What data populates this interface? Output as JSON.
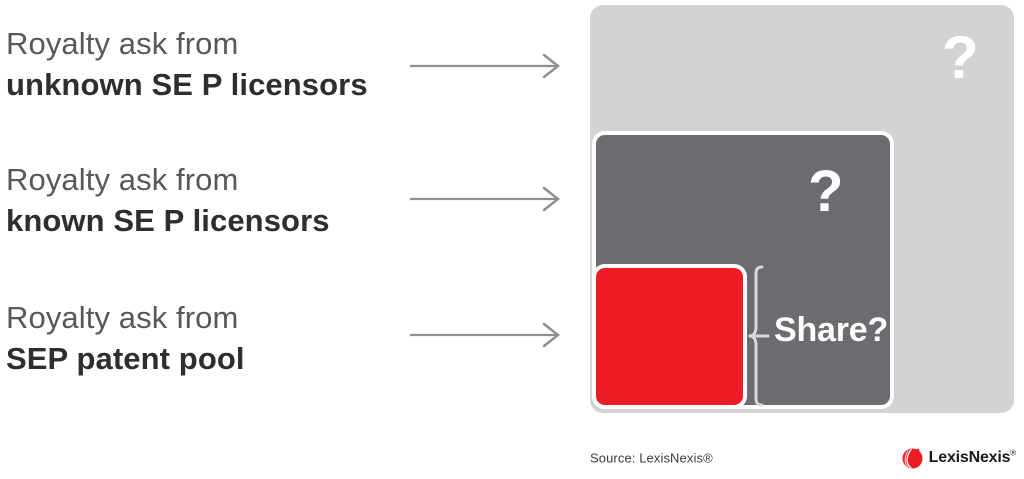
{
  "rows": [
    {
      "line1": "Royalty ask from",
      "line2": "unknown SE P licensors",
      "arrow": "arrow-right-icon"
    },
    {
      "line1": "Royalty ask from",
      "line2": "known SE P licensors",
      "arrow": "arrow-right-icon"
    },
    {
      "line1": "Royalty ask from",
      "line2": "SEP patent pool",
      "arrow": "arrow-right-icon"
    }
  ],
  "diagram": {
    "outer_box": {
      "name": "unknown-sep-licensors-box",
      "question_mark": "?",
      "color": "#d2d3d5"
    },
    "mid_box": {
      "name": "known-sep-licensors-box",
      "question_mark": "?",
      "color": "#6a6c70"
    },
    "inner_box": {
      "name": "sep-patent-pool-box",
      "color": "#ED1C24"
    },
    "brace_label": "Share?"
  },
  "footer": {
    "source": "Source: LexisNexis®",
    "logo_text": "LexisNexis",
    "logo_tm": "®",
    "logo_color": "#ED1C24"
  }
}
